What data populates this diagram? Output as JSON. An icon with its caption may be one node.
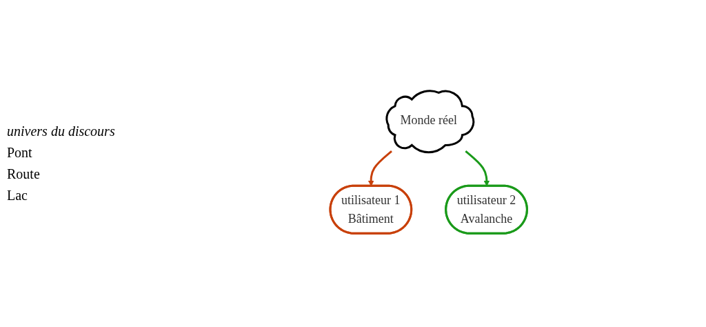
{
  "diagram": {
    "nodes": [
      {
        "text": [
          "Monde réel"
        ]
      },
      {
        "text": [
          "utilisateur 1",
          "Bâtiment"
        ]
      },
      {
        "text": [
          "utilisateur 2",
          "Avalanche"
        ]
      }
    ],
    "edges": [
      {
        "from": 0,
        "to": 1,
        "arrow": "to",
        "color": "#c8400a"
      },
      {
        "from": 0,
        "to": 2,
        "arrow": "to",
        "color": "#1a9a1a"
      }
    ],
    "labels": [
      "univers du discours",
      "Pont",
      "Route",
      "Lac"
    ]
  }
}
